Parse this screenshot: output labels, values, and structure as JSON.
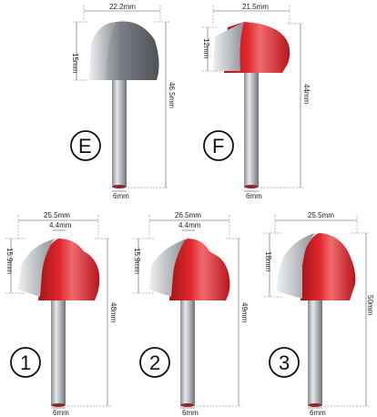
{
  "figure": {
    "colors": {
      "steel_dark": "#5f6368",
      "steel_light": "#c9ccd0",
      "red_dark": "#a3141a",
      "red": "#dc2228",
      "red_light": "#f06a6e",
      "dimension_line": "#555555"
    },
    "bits": [
      {
        "id": "E",
        "label": "E",
        "head_color": "steel",
        "dimensions": {
          "width": "22.2mm",
          "head_height": "15mm",
          "total_length": "46.5mm",
          "shank": "6mm"
        }
      },
      {
        "id": "F",
        "label": "F",
        "head_color": "red",
        "dimensions": {
          "width": "21.5mm",
          "head_height": "12mm",
          "total_length": "44mm",
          "shank": "6mm"
        }
      },
      {
        "id": "1",
        "label": "1",
        "head_color": "red",
        "dimensions": {
          "width": "25.5mm",
          "inner_width": "4.4mm",
          "head_height": "15.9mm",
          "total_length": "48mm",
          "shank": "6mm"
        }
      },
      {
        "id": "2",
        "label": "2",
        "head_color": "red",
        "dimensions": {
          "width": "26.5mm",
          "inner_width": "4.4mm",
          "head_height": "15.9mm",
          "total_length": "49mm",
          "shank": "6mm"
        }
      },
      {
        "id": "3",
        "label": "3",
        "head_color": "red",
        "dimensions": {
          "width": "25.5mm",
          "head_height": "18mm",
          "total_length": "50mm",
          "shank": "6mm"
        }
      }
    ]
  }
}
